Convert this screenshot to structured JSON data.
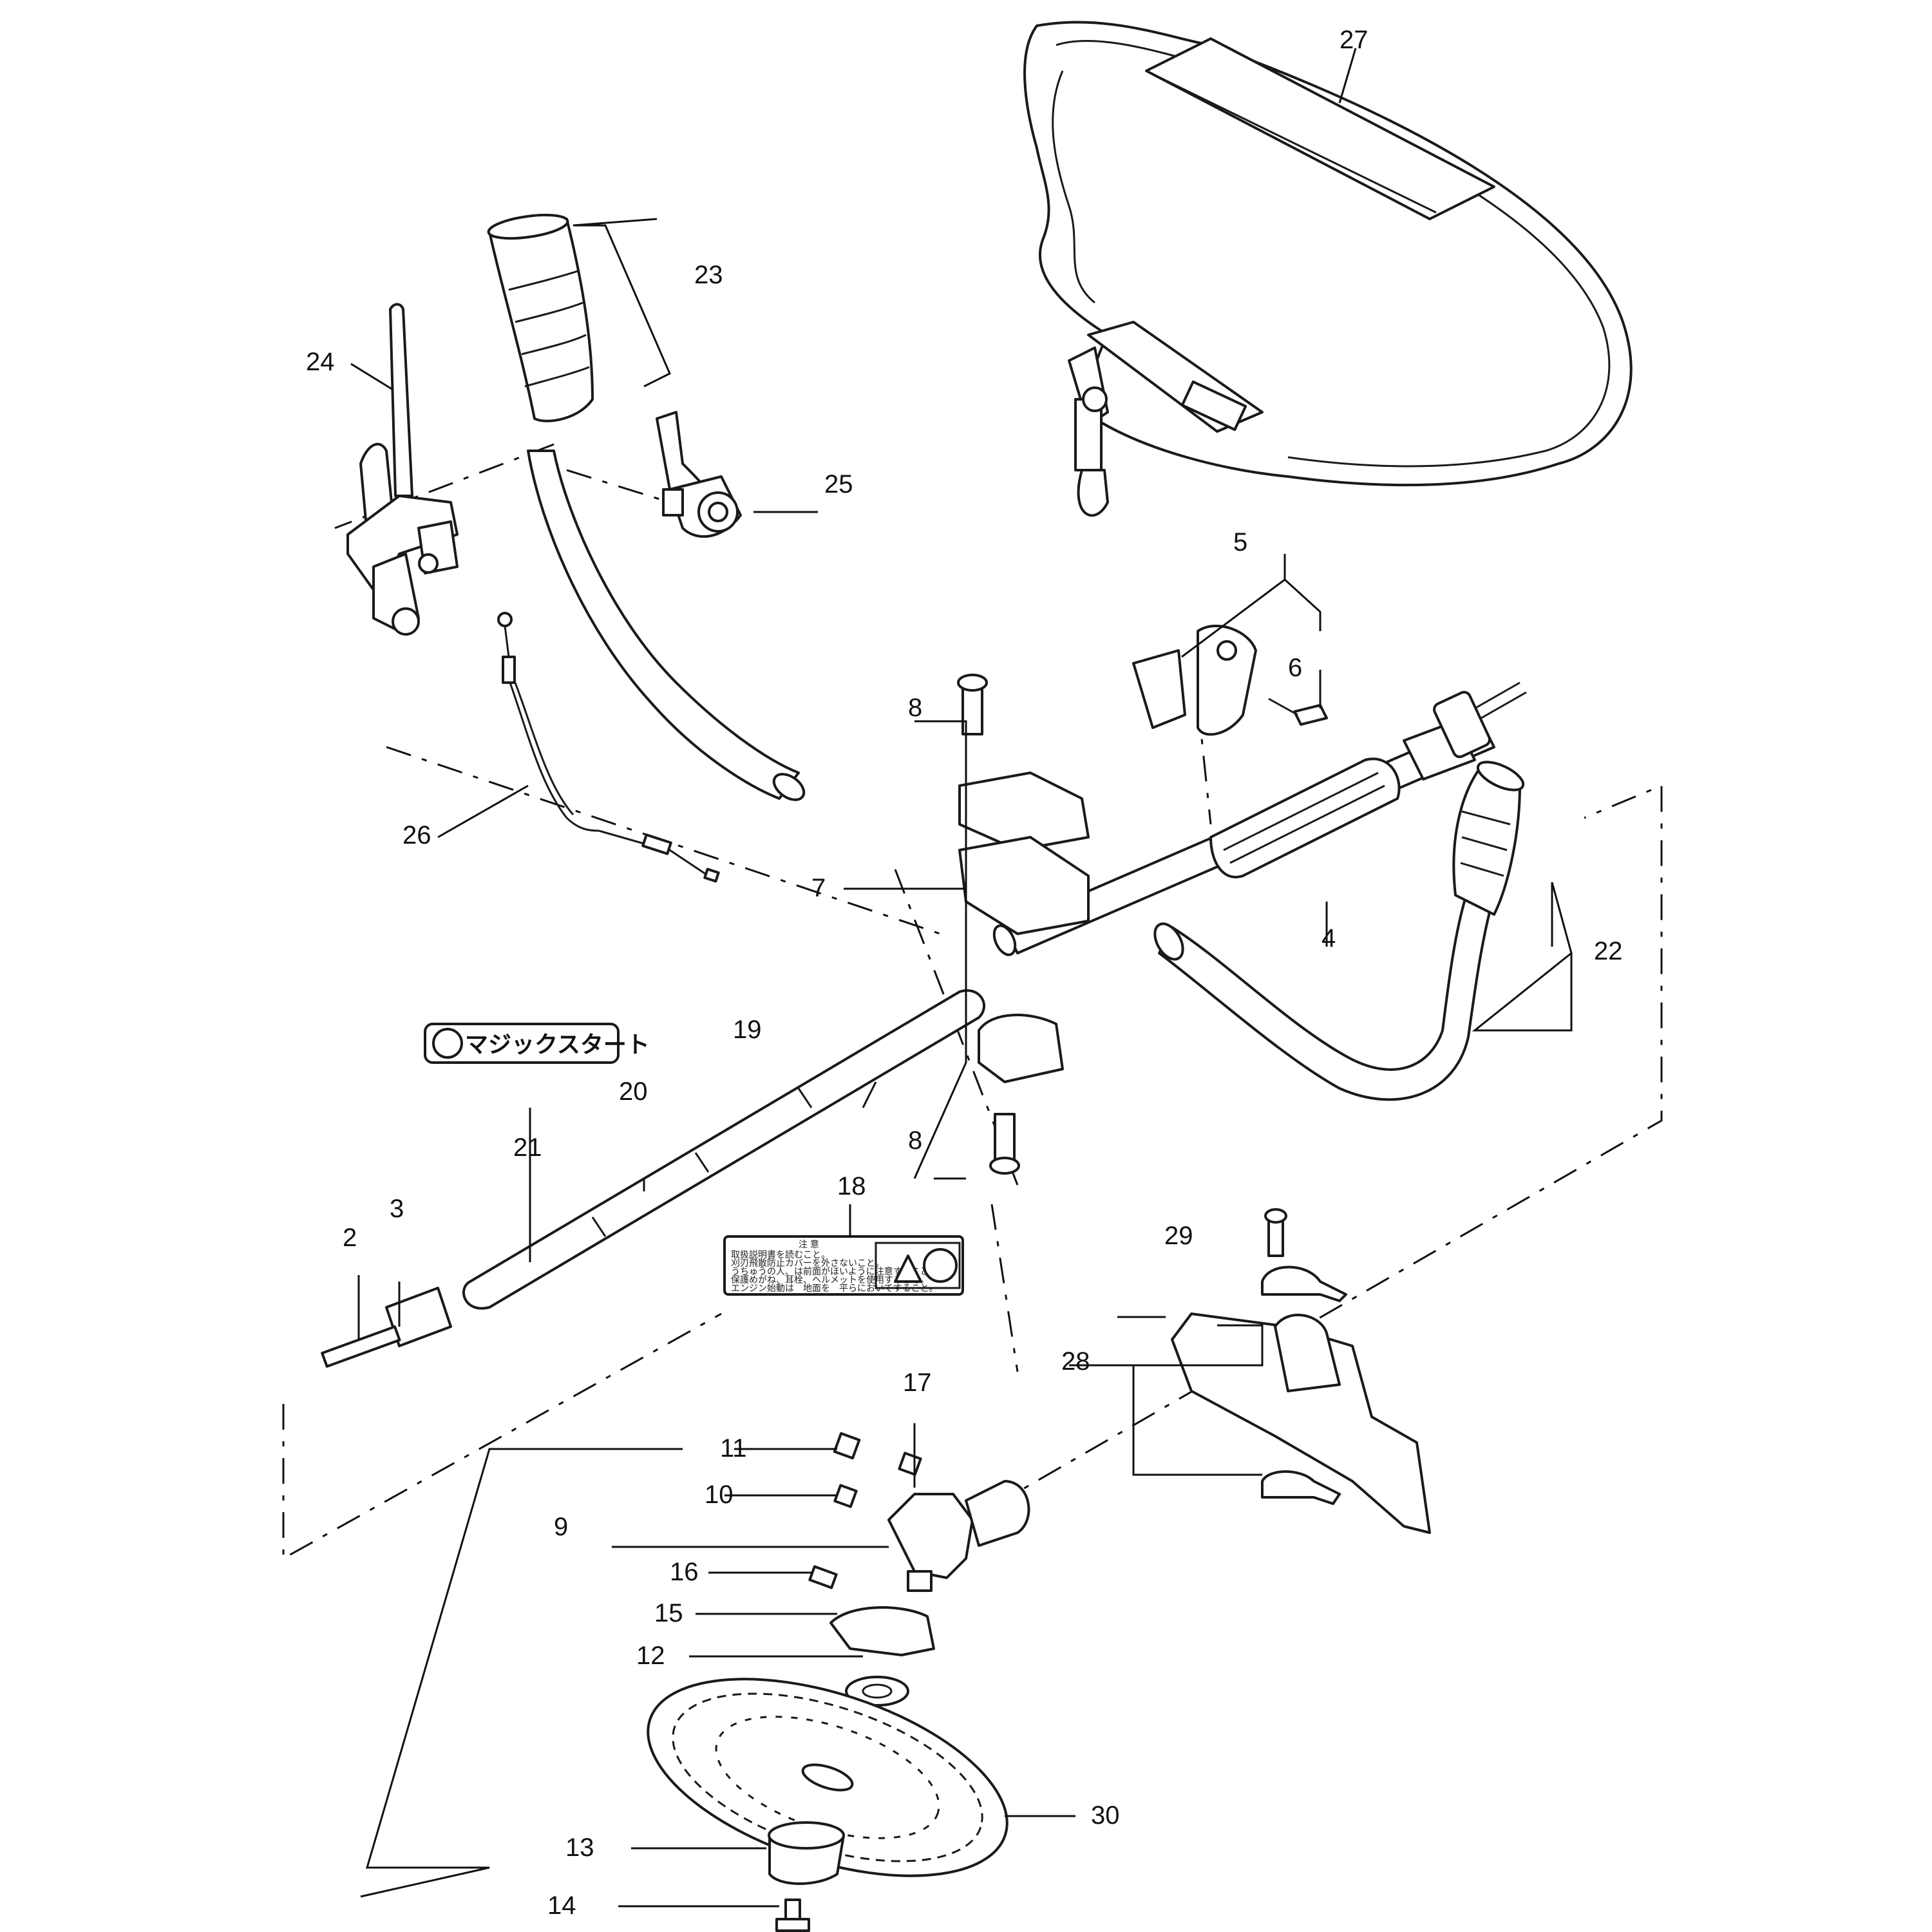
{
  "labels": {
    "p2": "2",
    "p3": "3",
    "p4": "4",
    "p5": "5",
    "p6": "6",
    "p7": "7",
    "p8a": "8",
    "p8b": "8",
    "p9": "9",
    "p10": "10",
    "p11": "11",
    "p12": "12",
    "p13": "13",
    "p14": "14",
    "p15": "15",
    "p16": "16",
    "p17": "17",
    "p18": "18",
    "p19": "19",
    "p20": "20",
    "p21": "21",
    "p22": "22",
    "p23": "23",
    "p24": "24",
    "p25": "25",
    "p26": "26",
    "p27": "27",
    "p28": "28",
    "p29": "29",
    "p30": "30"
  },
  "decal_21": {
    "text": "マジックスタート"
  },
  "warning_18": {
    "heading": "注 意",
    "lines": [
      "取扱説明書を読むこと。",
      "刈刃飛散防止カバーを外さないこと。",
      "うちゅうの人、は前面がほいように注意すること。",
      "保護めがね、耳栓、ヘルメットを使用すること。",
      "エンジン始動は　地面を　平らにおいてすること。"
    ]
  }
}
